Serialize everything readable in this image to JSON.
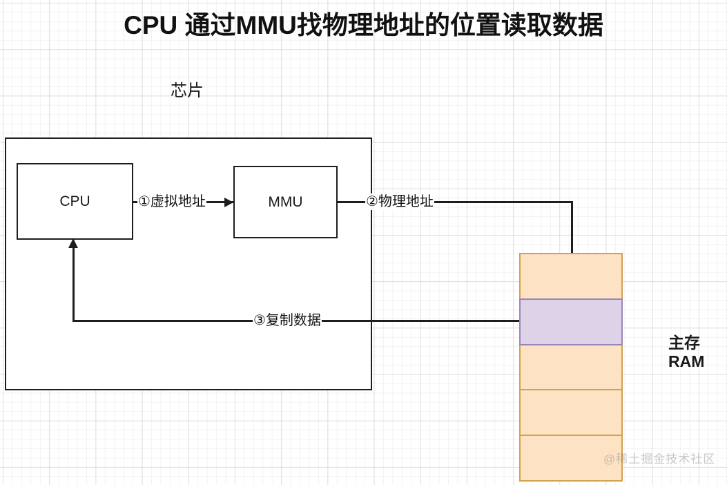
{
  "title": "CPU 通过MMU找物理地址的位置读取数据",
  "chip": {
    "label": "芯片",
    "cpu_label": "CPU",
    "mmu_label": "MMU"
  },
  "steps": {
    "step1": "①虚拟地址",
    "step2": "②物理地址",
    "step3": "③复制数据"
  },
  "ram": {
    "label_line1": "主存",
    "label_line2": "RAM",
    "cells": [
      {
        "name": "ram-cell-1",
        "state": "free"
      },
      {
        "name": "ram-cell-2",
        "state": "target"
      },
      {
        "name": "ram-cell-3",
        "state": "free"
      },
      {
        "name": "ram-cell-4",
        "state": "free"
      },
      {
        "name": "ram-cell-5",
        "state": "free"
      }
    ]
  },
  "watermark": "@稀土掘金技术社区",
  "colors": {
    "stroke": "#1d1d1d",
    "ram_fill": "#fde3c4",
    "ram_border": "#d2a24c",
    "ram_target_fill": "#ddd2e8",
    "ram_target_border": "#9a86b5",
    "grid_major": "#cdcdcd",
    "grid_minor": "#d7d7d7",
    "background": "#ffffff"
  }
}
